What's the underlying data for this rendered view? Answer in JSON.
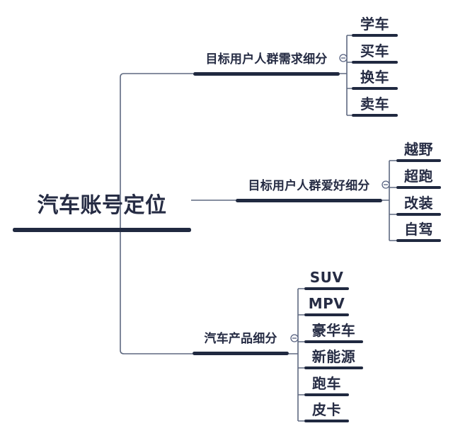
{
  "mindmap": {
    "root": {
      "label": "汽车账号定位"
    },
    "branches": [
      {
        "label": "目标用户人群需求细分",
        "collapse_icon": "minus-circle",
        "children": [
          {
            "label": "学车"
          },
          {
            "label": "买车"
          },
          {
            "label": "换车"
          },
          {
            "label": "卖车"
          }
        ]
      },
      {
        "label": "目标用户人群爱好细分",
        "collapse_icon": "minus-circle",
        "children": [
          {
            "label": "越野"
          },
          {
            "label": "超跑"
          },
          {
            "label": "改装"
          },
          {
            "label": "自驾"
          }
        ]
      },
      {
        "label": "汽车产品细分",
        "collapse_icon": "minus-circle",
        "children": [
          {
            "label": "SUV"
          },
          {
            "label": "MPV"
          },
          {
            "label": "豪华车"
          },
          {
            "label": "新能源"
          },
          {
            "label": "跑车"
          },
          {
            "label": "皮卡"
          }
        ]
      }
    ],
    "colors": {
      "text": "#262c44",
      "bar": "#202940",
      "connector": "#5e6980",
      "background": "#ffffff"
    }
  }
}
